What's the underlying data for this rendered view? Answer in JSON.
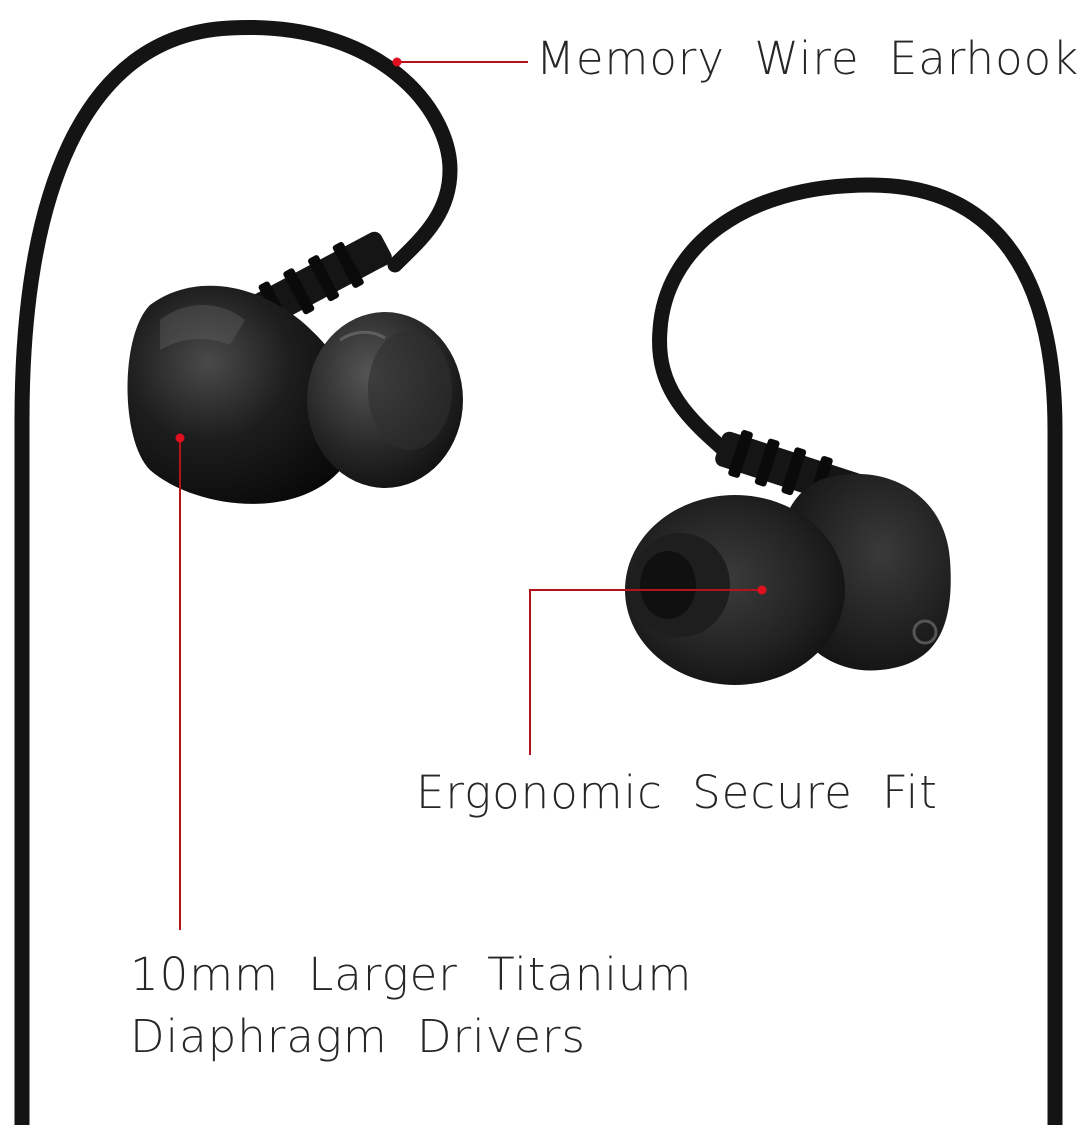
{
  "callouts": {
    "earhook": "Memory Wire Earhook",
    "secure_fit": "Ergonomic Secure Fit",
    "drivers_line1": "10mm Larger Titanium",
    "drivers_line2": "Diaphragm Drivers"
  },
  "colors": {
    "background": "#ffffff",
    "cable": "#141414",
    "earpiece": "#1c1c1c",
    "callout_line": "#b5121b",
    "callout_dot": "#e0101e",
    "text": "#262626"
  }
}
